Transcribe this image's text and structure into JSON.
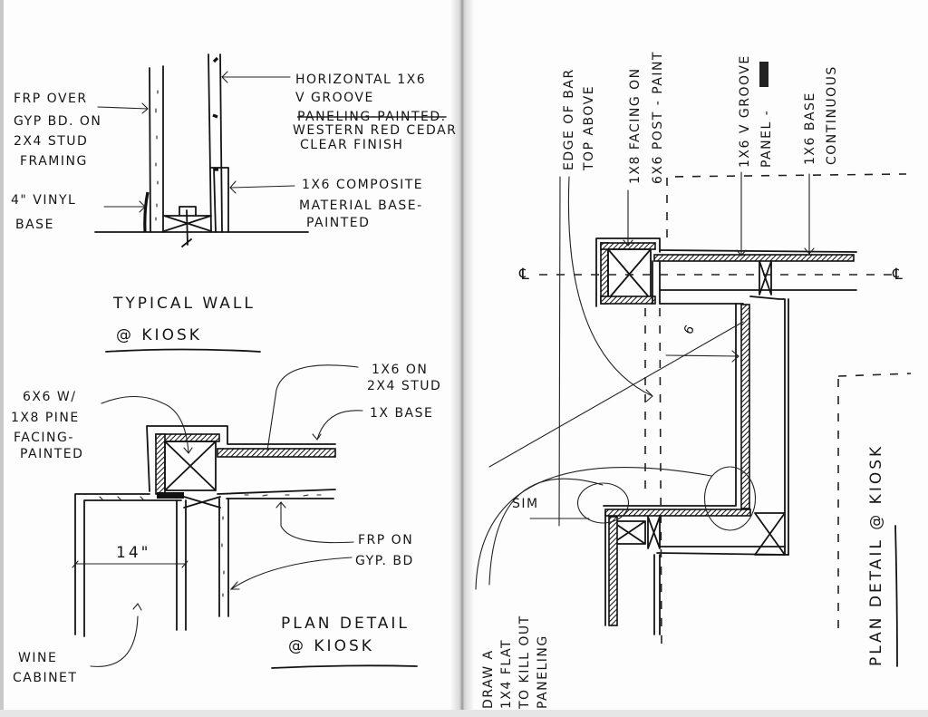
{
  "sheet_left": {
    "wall_section": {
      "title": [
        "TYPICAL WALL",
        "@ KIOSK"
      ],
      "note_frp": [
        "FRP OVER",
        "GYP BD. ON",
        "2X4 STUD",
        "FRAMING"
      ],
      "note_vinyl": [
        "4\" VINYL",
        "BASE"
      ],
      "note_paneling": [
        "HORIZONTAL 1X6",
        "V GROOVE",
        "PANELING-PAINTED.",
        "WESTERN RED CEDAR",
        "CLEAR FINISH"
      ],
      "note_composite": [
        "1X6 COMPOSITE",
        "MATERIAL BASE-",
        "PAINTED"
      ]
    },
    "plan_detail": {
      "title": [
        "PLAN DETAIL",
        "@ KIOSK"
      ],
      "note_post": [
        "6X6 W/",
        "1X8 PINE",
        "FACING-",
        "PAINTED"
      ],
      "note_stud": [
        "1X6 ON",
        "2X4 STUD"
      ],
      "note_base": "1X BASE",
      "note_frp": [
        "FRP ON",
        "GYP. BD"
      ],
      "dimension": "14\"",
      "note_cabinet": [
        "WINE",
        "CABINET"
      ]
    }
  },
  "sheet_right": {
    "title": "PLAN DETAIL @ KIOSK",
    "note_bar": [
      "EDGE OF BAR",
      "TOP ABOVE"
    ],
    "note_facing": [
      "1X8 FACING ON",
      "6X6 POST - PAINT"
    ],
    "note_panel": [
      "1X6 V GROOVE",
      "PANEL -"
    ],
    "note_base": [
      "1X6 BASE",
      "CONTINUOUS"
    ],
    "note_flat": [
      "DRAW A",
      "1X4 FLAT",
      "TO KILL OUT",
      "PANELING"
    ],
    "note_sim": "SIM",
    "dimension": "6",
    "centerline_symbol": "℄"
  }
}
